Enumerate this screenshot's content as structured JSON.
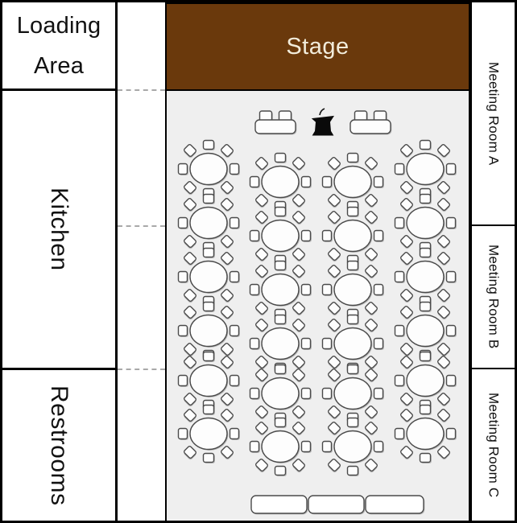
{
  "floor_plan": {
    "rooms": {
      "loading_area": {
        "label": "Loading Area"
      },
      "kitchen": {
        "label": "Kitchen"
      },
      "restrooms": {
        "label": "Restrooms"
      },
      "meeting_rooms": [
        {
          "label": "Meeting Room A"
        },
        {
          "label": "Meeting Room B"
        },
        {
          "label": "Meeting Room C"
        }
      ]
    },
    "stage": {
      "label": "Stage",
      "fill_color": "#6a390c",
      "label_color": "#f2ecdb"
    },
    "hall": {
      "floor_color": "#efefef",
      "aisle_line_color": "#a9a9a9",
      "furniture": {
        "round_tables": {
          "count": 24,
          "chairs_per_table": 8,
          "columns": 4,
          "rows": 6
        },
        "head_tables": {
          "count": 2,
          "chairs_per_table": 2
        },
        "podium": {
          "count": 1
        },
        "buffet_tables": {
          "count": 3
        }
      }
    }
  }
}
